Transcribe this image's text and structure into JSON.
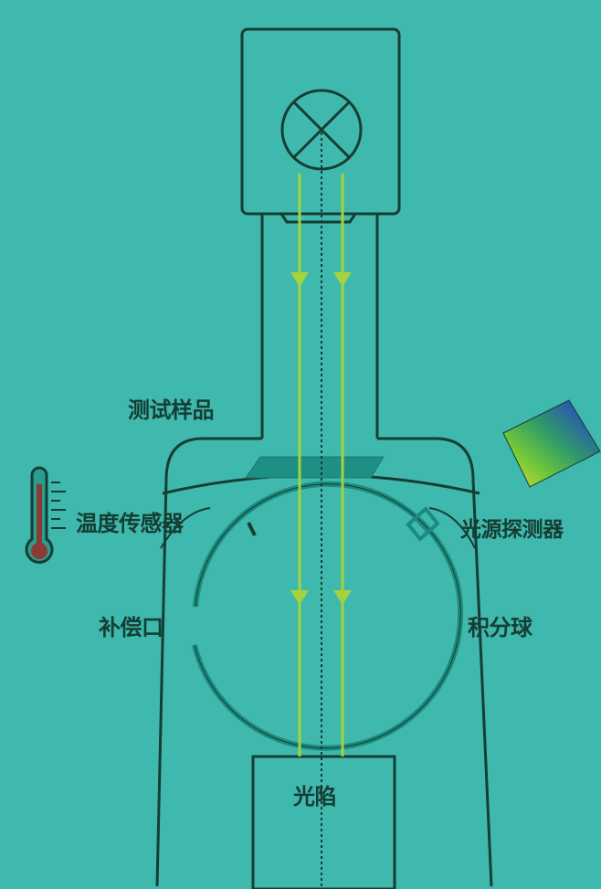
{
  "labels": {
    "test_sample": "测试样品",
    "temperature_sensor": "温度传感器",
    "light_source_detector": "光源探测器",
    "compensation_port": "补偿口",
    "integrating_sphere": "积分球",
    "light_trap": "光陷"
  },
  "colors": {
    "background": "#3fb9ad",
    "outline": "#163d33",
    "light_beam": "#a6d23c",
    "sphere": "#1c8a7e",
    "sample_plate": "#1d8f83",
    "thermometer_bulb": "#8c3a36"
  },
  "icons": {
    "lamp": "lamp-cross-icon",
    "thermometer": "thermometer-icon",
    "spectrum": "spectrum-swatch-icon"
  }
}
